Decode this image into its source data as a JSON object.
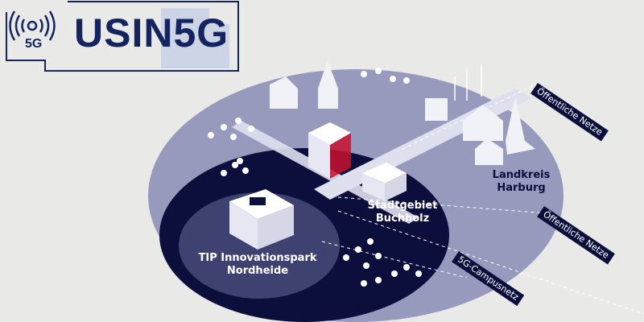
{
  "logo": {
    "title": "USIN5G",
    "badge": "5G"
  },
  "areas": {
    "campus": {
      "line1": "TIP Innovationspark",
      "line2": "Nordheide"
    },
    "city": {
      "line1": "Stadtgebiet",
      "line2": "Buchholz"
    },
    "county": {
      "line1": "Landkreis",
      "line2": "Harburg"
    }
  },
  "tags": {
    "public_top": "Öffentliche Netze",
    "public_bottom": "Öffentliche Netze",
    "campus": "5G-Campusnetz"
  },
  "colors": {
    "navy": "#13245e",
    "outer": "#9799bd",
    "inner": "#0c0f3c",
    "campus": "#3f4270",
    "accent": "#c8102e"
  }
}
